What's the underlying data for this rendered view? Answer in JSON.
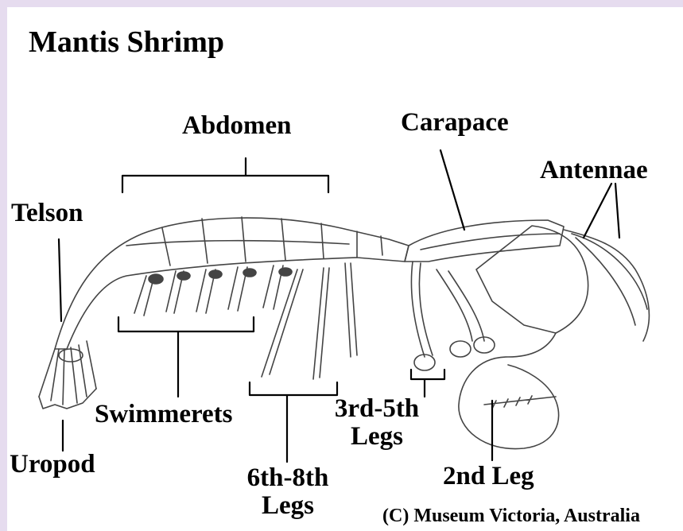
{
  "title": "Mantis Shrimp",
  "credit": "(C) Museum Victoria, Australia",
  "labels": {
    "abdomen": "Abdomen",
    "carapace": "Carapace",
    "antennae": "Antennae",
    "telson": "Telson",
    "swimmerets": "Swimmerets",
    "uropod": "Uropod",
    "legs_3_5_a": "3rd-5th",
    "legs_3_5_b": "Legs",
    "legs_6_8_a": "6th-8th",
    "legs_6_8_b": "Legs",
    "second_leg": "2nd Leg"
  },
  "colors": {
    "background": "#e6dcef",
    "panel": "#ffffff",
    "ink": "#000000",
    "drawing": "#444444"
  }
}
